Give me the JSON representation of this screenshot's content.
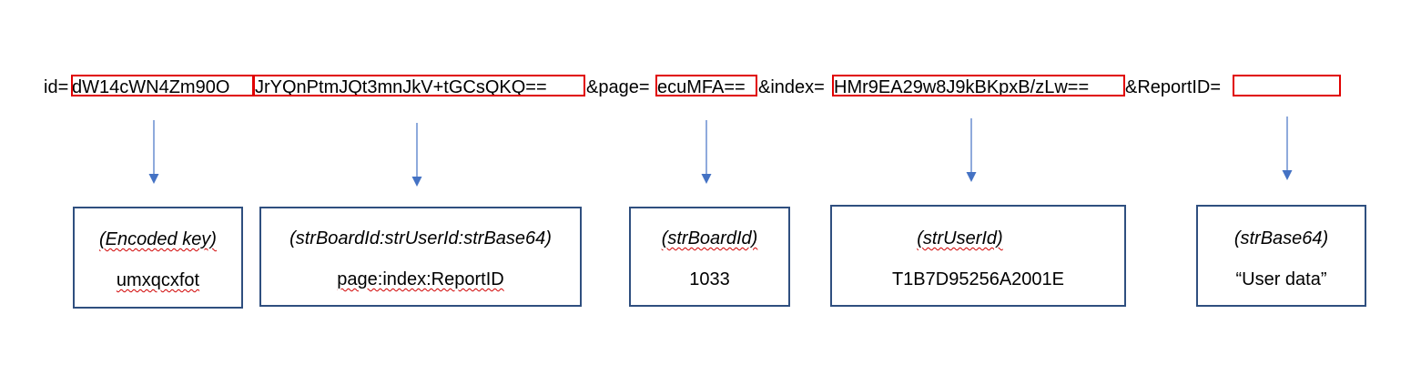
{
  "url": {
    "p0": "id=",
    "s1": "dW14cWN4Zm90O",
    "s2": "JrYQnPtmJQt3mnJkV+tGCsQKQ==",
    "p1": "&page=",
    "s3": "ecuMFA==",
    "p2": "&index=",
    "s4": "HMr9EA29w8J9kBKpxB/zLw==",
    "p3": "&ReportID=",
    "s5": ""
  },
  "boxes": [
    {
      "label": "(Encoded key)",
      "value": "umxqcxfot"
    },
    {
      "label": "(strBoardId:strUserId:strBase64)",
      "value": "page:index:ReportID"
    },
    {
      "label": "(strBoardId)",
      "value": "1033"
    },
    {
      "label": "(strUserId)",
      "value": "T1B7D95256A2001E"
    },
    {
      "label": "(strBase64)",
      "value": "“User data”"
    }
  ],
  "colors": {
    "highlight": "#e00000",
    "arrow": "#4472c4",
    "box_border": "#2f4f7f"
  }
}
